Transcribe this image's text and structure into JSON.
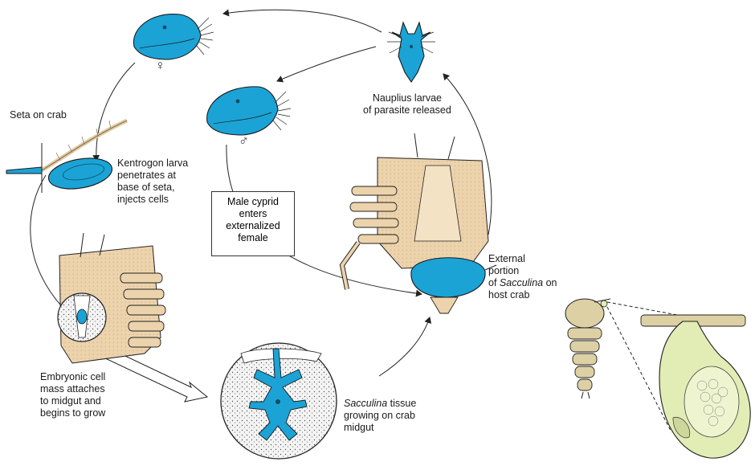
{
  "labels": {
    "seta_on_crab": "Seta on crab",
    "kentrogon": "Kentrogon larva\npenetrates at\nbase of seta,\ninjects cells",
    "male_cyprid": "Male cyprid\nenters\nexternalized\nfemale",
    "nauplius": "Nauplius larvae\nof parasite released",
    "external_pre": "External\nportion\nof ",
    "external_genus": "Sacculina",
    "external_post": " on\nhost crab",
    "embryonic": "Embryonic cell\nmass attaches\nto midgut and\nbegins to grow",
    "tissue_genus": "Sacculina",
    "tissue_post": " tissue\ngrowing on crab\nmidgut"
  },
  "symbols": {
    "female": "♀",
    "male": "♂"
  },
  "colors": {
    "parasite_blue": "#1ba3d6",
    "crab_tan": "#ecd3ac",
    "green_cell": "#e2ecb5",
    "outline": "#2a2a2a"
  }
}
